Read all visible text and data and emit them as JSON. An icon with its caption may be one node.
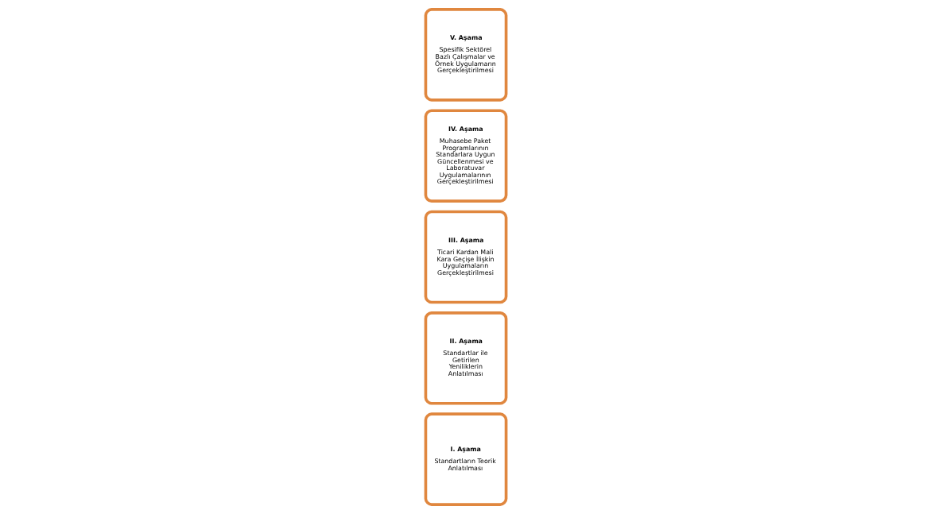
{
  "diagram": {
    "nodes": [
      {
        "text": [
          "I. Aşama",
          "Standartların Teorik Anlatılması"
        ]
      },
      {
        "text": [
          "II. Aşama",
          "Standartlar ile Getirilen Yeniliklerin Anlatılması"
        ]
      },
      {
        "text": [
          "III. Aşama",
          "Ticari Kardan Mali Kara Geçişe İlişkin Uygulamaların Gerçekleştirilmesi"
        ]
      },
      {
        "text": [
          "IV. Aşama",
          "Muhasebe Paket Programlarının Standarlara Uygun Güncellenmesi ve Laboratuvar Uygulamalarının Gerçekleştirilmesi"
        ]
      },
      {
        "text": [
          "V. Aşama",
          "Spesifik Sektörel Bazlı Çalışmalar ve Örnek Uygulamarın Gerçekleştirilmesi"
        ]
      }
    ]
  }
}
